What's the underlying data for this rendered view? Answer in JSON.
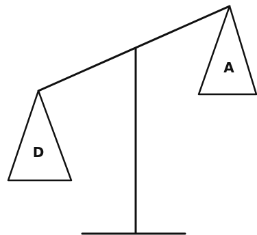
{
  "diagram": {
    "kind": "balance-scale",
    "tilt": "right-pan-higher",
    "colors": {
      "background": "#ffffff",
      "stroke": "#111111"
    },
    "pans": {
      "left": {
        "label": "D"
      },
      "right": {
        "label": "A"
      }
    }
  }
}
